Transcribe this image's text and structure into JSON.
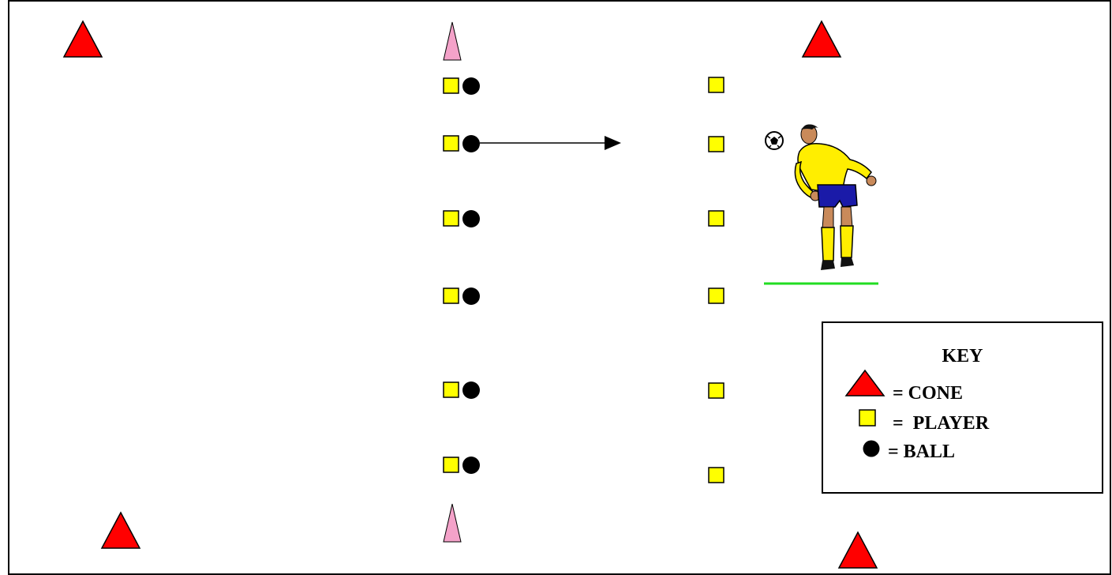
{
  "key": {
    "title": "KEY",
    "cone_label": "= CONE",
    "player_label": "=  PLAYER",
    "ball_label": "= BALL"
  },
  "colors": {
    "cone": "#ff0000",
    "marker_cone": "#f4a2c9",
    "player": "#ffff00",
    "ball": "#000000",
    "ground_line": "#22dd22",
    "border": "#000000"
  },
  "icons": {
    "cone": "red-triangle",
    "marker_cone": "pink-cone",
    "player": "yellow-square",
    "ball": "black-circle",
    "pass_arrow": "arrow-right",
    "header_illustration": "player-heading-ball"
  }
}
